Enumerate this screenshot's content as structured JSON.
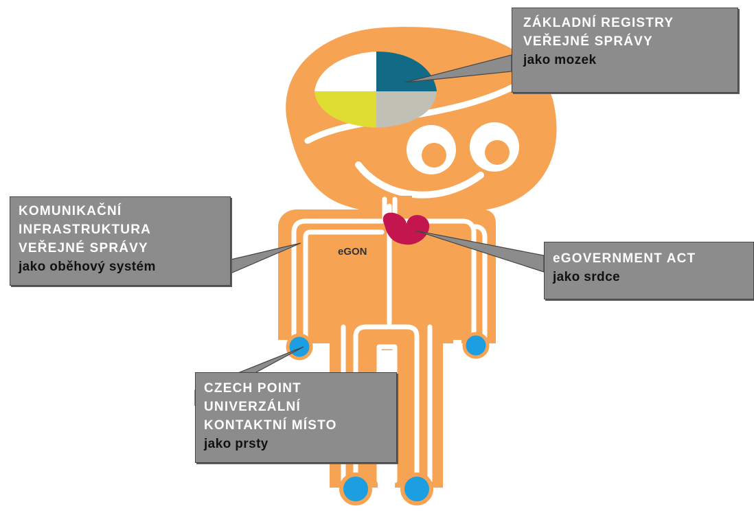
{
  "colors": {
    "body": "#f7a354",
    "vein": "#ffffff",
    "brain_teal": "#116b86",
    "brain_yellow": "#dfdc32",
    "brain_gray": "#c0c0b4",
    "brain_white": "#ffffff",
    "heart": "#c4164e",
    "fingertip": "#1c9ee0",
    "callout_bg": "#8c8c8c"
  },
  "figure_label": "eGON",
  "callouts": {
    "registry": {
      "title_lines": [
        "ZÁKLADNÍ REGISTRY",
        "VEŘEJNÉ SPRÁVY"
      ],
      "subtitle": "jako mozek"
    },
    "infrastructure": {
      "title_lines": [
        "KOMUNIKAČNÍ",
        "INFRASTRUKTURA",
        "VEŘEJNÉ SPRÁVY"
      ],
      "subtitle": "jako oběhový systém"
    },
    "act": {
      "title_lines": [
        "eGOVERNMENT ACT"
      ],
      "subtitle": "jako srdce"
    },
    "point": {
      "title_lines": [
        "CZECH POINT",
        "UNIVERZÁLNÍ",
        "KONTAKTNÍ MÍSTO"
      ],
      "subtitle": "jako prsty"
    }
  }
}
